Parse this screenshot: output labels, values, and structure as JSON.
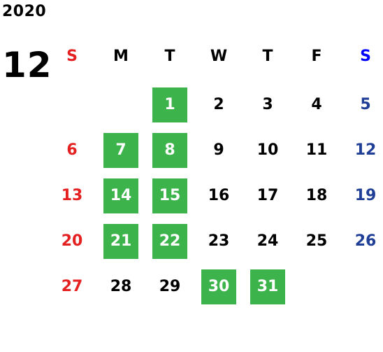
{
  "year": "2020",
  "month": "12",
  "colors": {
    "sunday": "#e52020",
    "saturday": "#1f3e96",
    "weekday": "#000000",
    "highlight_bg": "#3cb44b",
    "highlight_text": "#ffffff",
    "saturday_header": "#0000ff"
  },
  "weekday_headers": [
    "S",
    "M",
    "T",
    "W",
    "T",
    "F",
    "S"
  ],
  "weeks": [
    [
      {
        "day": "",
        "highlighted": false
      },
      {
        "day": "",
        "highlighted": false
      },
      {
        "day": "1",
        "highlighted": true
      },
      {
        "day": "2",
        "highlighted": false
      },
      {
        "day": "3",
        "highlighted": false
      },
      {
        "day": "4",
        "highlighted": false
      },
      {
        "day": "5",
        "highlighted": false
      }
    ],
    [
      {
        "day": "6",
        "highlighted": false
      },
      {
        "day": "7",
        "highlighted": true
      },
      {
        "day": "8",
        "highlighted": true
      },
      {
        "day": "9",
        "highlighted": false
      },
      {
        "day": "10",
        "highlighted": false
      },
      {
        "day": "11",
        "highlighted": false
      },
      {
        "day": "12",
        "highlighted": false
      }
    ],
    [
      {
        "day": "13",
        "highlighted": false
      },
      {
        "day": "14",
        "highlighted": true
      },
      {
        "day": "15",
        "highlighted": true
      },
      {
        "day": "16",
        "highlighted": false
      },
      {
        "day": "17",
        "highlighted": false
      },
      {
        "day": "18",
        "highlighted": false
      },
      {
        "day": "19",
        "highlighted": false
      }
    ],
    [
      {
        "day": "20",
        "highlighted": false
      },
      {
        "day": "21",
        "highlighted": true
      },
      {
        "day": "22",
        "highlighted": true
      },
      {
        "day": "23",
        "highlighted": false
      },
      {
        "day": "24",
        "highlighted": false
      },
      {
        "day": "25",
        "highlighted": false
      },
      {
        "day": "26",
        "highlighted": false
      }
    ],
    [
      {
        "day": "27",
        "highlighted": false
      },
      {
        "day": "28",
        "highlighted": false
      },
      {
        "day": "29",
        "highlighted": false
      },
      {
        "day": "30",
        "highlighted": true
      },
      {
        "day": "31",
        "highlighted": true
      },
      {
        "day": "",
        "highlighted": false
      },
      {
        "day": "",
        "highlighted": false
      }
    ]
  ]
}
